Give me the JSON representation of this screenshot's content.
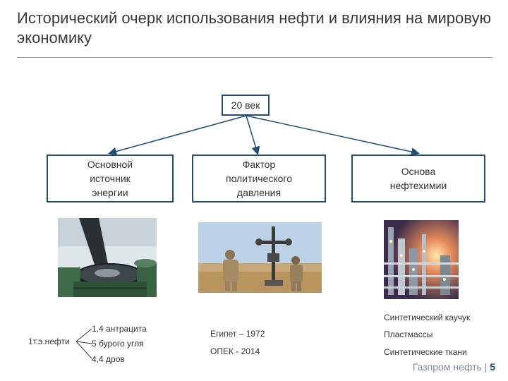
{
  "title": "Исторический очерк использования нефти и влияния на мировую экономику",
  "top_box": "20 век",
  "branches": [
    {
      "label": "Основной источник энергии"
    },
    {
      "label": "Фактор политического давления"
    },
    {
      "label": "Основа нефтехимии"
    }
  ],
  "photos": {
    "left": "oil-barrels",
    "center": "soldiers-oil-wellhead",
    "right": "petrochemical-plant-night"
  },
  "energy_equivalence": {
    "root": "1т.э.нефти",
    "items": [
      "1,4 антрацита",
      "5 бурого угля",
      "4,4 дров"
    ]
  },
  "politics_list": [
    "Египет – 1972",
    "ОПЕК - 2014"
  ],
  "petrochem_list": [
    "Синтетический каучук",
    "Пластмассы",
    "Синтетические ткани"
  ],
  "footer": {
    "company": "Газпром нефть",
    "separator": "|",
    "page": "5"
  },
  "colors": {
    "box_border": "#1f4e79",
    "arrow": "#1f4e79"
  }
}
